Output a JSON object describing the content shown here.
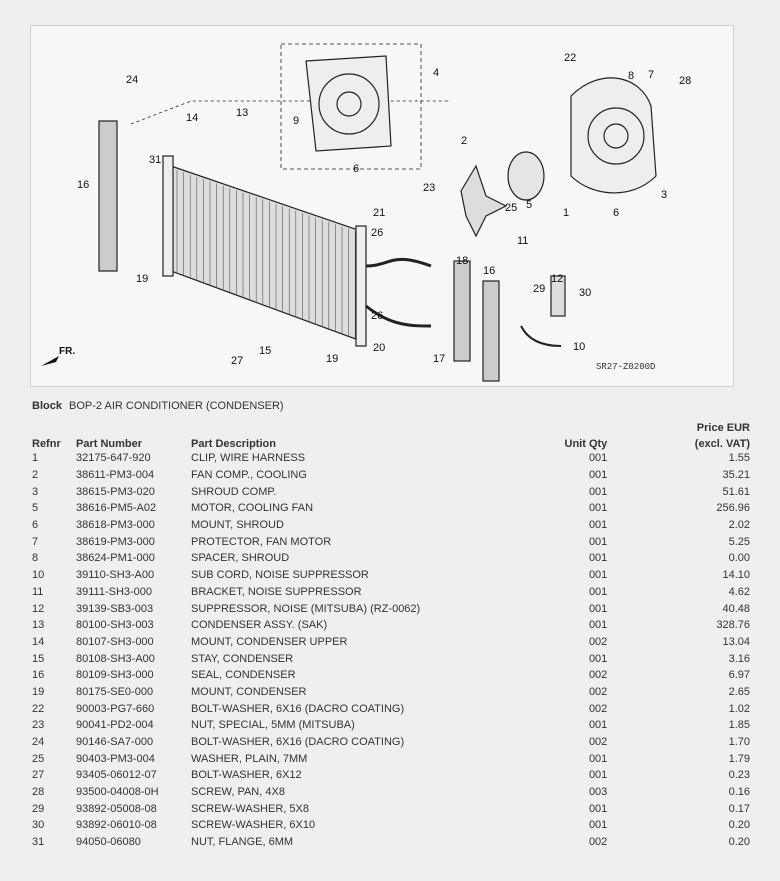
{
  "diagram": {
    "code": "SR27-Z0200D",
    "direction_label": "FR.",
    "callouts": [
      "24",
      "14",
      "13",
      "4",
      "9",
      "6",
      "22",
      "8",
      "7",
      "28",
      "31",
      "16",
      "2",
      "23",
      "25",
      "5",
      "1",
      "3",
      "6",
      "21",
      "26",
      "11",
      "19",
      "18",
      "16",
      "29",
      "12",
      "30",
      "26",
      "20",
      "10",
      "15",
      "27",
      "19",
      "17"
    ]
  },
  "block": {
    "label": "Block",
    "name": "BOP-2 AIR CONDITIONER (CONDENSER)"
  },
  "table": {
    "headers": {
      "refnr": "Refnr",
      "part_number": "Part Number",
      "description": "Part Description",
      "qty": "Unit Qty",
      "price_line1": "Price EUR",
      "price_line2": "(excl. VAT)"
    },
    "rows": [
      [
        "1",
        "32175-647-920",
        "CLIP, WIRE HARNESS",
        "001",
        "1.55"
      ],
      [
        "2",
        "38611-PM3-004",
        "FAN COMP., COOLING",
        "001",
        "35.21"
      ],
      [
        "3",
        "38615-PM3-020",
        "SHROUD COMP.",
        "001",
        "51.61"
      ],
      [
        "5",
        "38616-PM5-A02",
        "MOTOR, COOLING FAN",
        "001",
        "256.96"
      ],
      [
        "6",
        "38618-PM3-000",
        "MOUNT, SHROUD",
        "001",
        "2.02"
      ],
      [
        "7",
        "38619-PM3-000",
        "PROTECTOR, FAN MOTOR",
        "001",
        "5.25"
      ],
      [
        "8",
        "38624-PM1-000",
        "SPACER, SHROUD",
        "001",
        "0.00"
      ],
      [
        "10",
        "39110-SH3-A00",
        "SUB CORD, NOISE SUPPRESSOR",
        "001",
        "14.10"
      ],
      [
        "11",
        "39111-SH3-000",
        "BRACKET, NOISE SUPPRESSOR",
        "001",
        "4.62"
      ],
      [
        "12",
        "39139-SB3-003",
        "SUPPRESSOR, NOISE (MITSUBA) (RZ-0062)",
        "001",
        "40.48"
      ],
      [
        "13",
        "80100-SH3-003",
        "CONDENSER ASSY. (SAK)",
        "001",
        "328.76"
      ],
      [
        "14",
        "80107-SH3-000",
        "MOUNT, CONDENSER UPPER",
        "002",
        "13.04"
      ],
      [
        "15",
        "80108-SH3-A00",
        "STAY, CONDENSER",
        "001",
        "3.16"
      ],
      [
        "16",
        "80109-SH3-000",
        "SEAL, CONDENSER",
        "002",
        "6.97"
      ],
      [
        "19",
        "80175-SE0-000",
        "MOUNT, CONDENSER",
        "002",
        "2.65"
      ],
      [
        "22",
        "90003-PG7-660",
        "BOLT-WASHER, 6X16 (DACRO COATING)",
        "002",
        "1.02"
      ],
      [
        "23",
        "90041-PD2-004",
        "NUT, SPECIAL, 5MM (MITSUBA)",
        "001",
        "1.85"
      ],
      [
        "24",
        "90146-SA7-000",
        "BOLT-WASHER, 6X16 (DACRO COATING)",
        "002",
        "1.70"
      ],
      [
        "25",
        "90403-PM3-004",
        "WASHER, PLAIN, 7MM",
        "001",
        "1.79"
      ],
      [
        "27",
        "93405-06012-07",
        "BOLT-WASHER, 6X12",
        "001",
        "0.23"
      ],
      [
        "28",
        "93500-04008-0H",
        "SCREW, PAN, 4X8",
        "003",
        "0.16"
      ],
      [
        "29",
        "93892-05008-08",
        "SCREW-WASHER, 5X8",
        "001",
        "0.17"
      ],
      [
        "30",
        "93892-06010-08",
        "SCREW-WASHER, 6X10",
        "001",
        "0.20"
      ],
      [
        "31",
        "94050-06080",
        "NUT, FLANGE, 6MM",
        "002",
        "0.20"
      ]
    ]
  }
}
